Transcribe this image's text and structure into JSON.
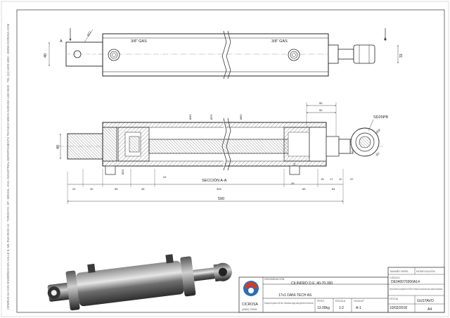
{
  "sidebar_text": "CIFERUS SA CON ENDERECO EN CALLE 8, MIL RUA RIOS 13 - TORONTO, SP - BRASIL, ANS. INDUSTRIAL DEPARTAMENTO TECNICO 5050-5 AVENIDA 1400 9000 - TEL (11) 4400-4000 - WWW.CICROSA.COM",
  "top_view": {
    "section_marks": [
      "A",
      "A"
    ],
    "port_labels": [
      "3/8\" GAS",
      "3/8\" GAS"
    ],
    "dims": [
      "40",
      "31"
    ]
  },
  "section_view": {
    "caption": "SECCIÓN A-A",
    "diameters": [
      "Ø45",
      "Ø75",
      "Ø60",
      "Ø15",
      "Ø32",
      "Ø22",
      "Ø3"
    ],
    "rod_end_label": "SD25PB",
    "vertical_dim": "40",
    "small_dims": [
      "24",
      "26",
      "15",
      "17",
      "11",
      "37",
      "12"
    ],
    "right_dims": [
      "55",
      "50"
    ],
    "chain_dims": [
      "22",
      "40",
      "55",
      "46",
      "300",
      "65",
      "64"
    ],
    "overall_dim": "590"
  },
  "title_block": {
    "company": "CICROSA",
    "phone": "(0562) 75345",
    "address_note": "Ensayos de presion a 240 bar. Tolerancias segun plano general de referencia.",
    "denominacion_label": "DENOMINACIÓN",
    "denominacion": "CILINDRO D.E. 40-70-300",
    "subtitle": "17x1 DANI-TECH AS",
    "peso_label": "PESO",
    "peso": "13.00kg",
    "escala_label": "ESCALA",
    "escala": "1:2",
    "hoja_label": "HOJA Nº",
    "hoja": "A-1",
    "size_label": "TAMAÑO PAPEL",
    "size": "A4",
    "codigo_label": "CÓDIGO",
    "codigo": "DE040070300A14",
    "fecha_label": "FECHA",
    "fecha": "10/02/2018",
    "autor": "GUSTAVO",
    "modif_label": "MODIFICACIÓN",
    "right_note": "Este documento es propiedad de CICROSA. Prohibida su reproduccion total o parcial sin autorizacion."
  },
  "colors": {
    "line": "#1a1a1a",
    "hatch": "#555555",
    "logo_blue": "#2a6fb5",
    "logo_red": "#d33a2c",
    "steel_dark": "#3a3a3a",
    "steel_light": "#d9d9d9"
  }
}
